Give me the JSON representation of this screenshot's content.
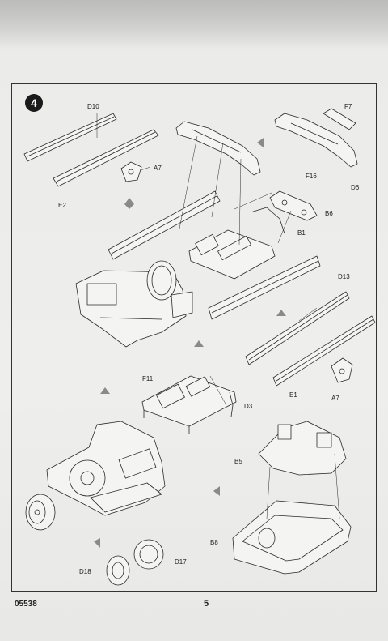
{
  "step": {
    "number": "4"
  },
  "footer": {
    "catalog_number": "05538",
    "page_number": "5"
  },
  "part_labels": {
    "d10": "D10",
    "e2": "E2",
    "a7_top": "A7",
    "f7": "F7",
    "f16": "F16",
    "d6": "D6",
    "b6": "B6",
    "b1": "B1",
    "d13": "D13",
    "e1": "E1",
    "a7_bottom": "A7",
    "f11": "F11",
    "d3": "D3",
    "b5": "B5",
    "b8": "B8",
    "d18": "D18",
    "d17": "D17"
  },
  "colors": {
    "line_art": "#2a2a2a",
    "arrow": "#8a8a8a",
    "part_fill": "#f4f4f2"
  }
}
